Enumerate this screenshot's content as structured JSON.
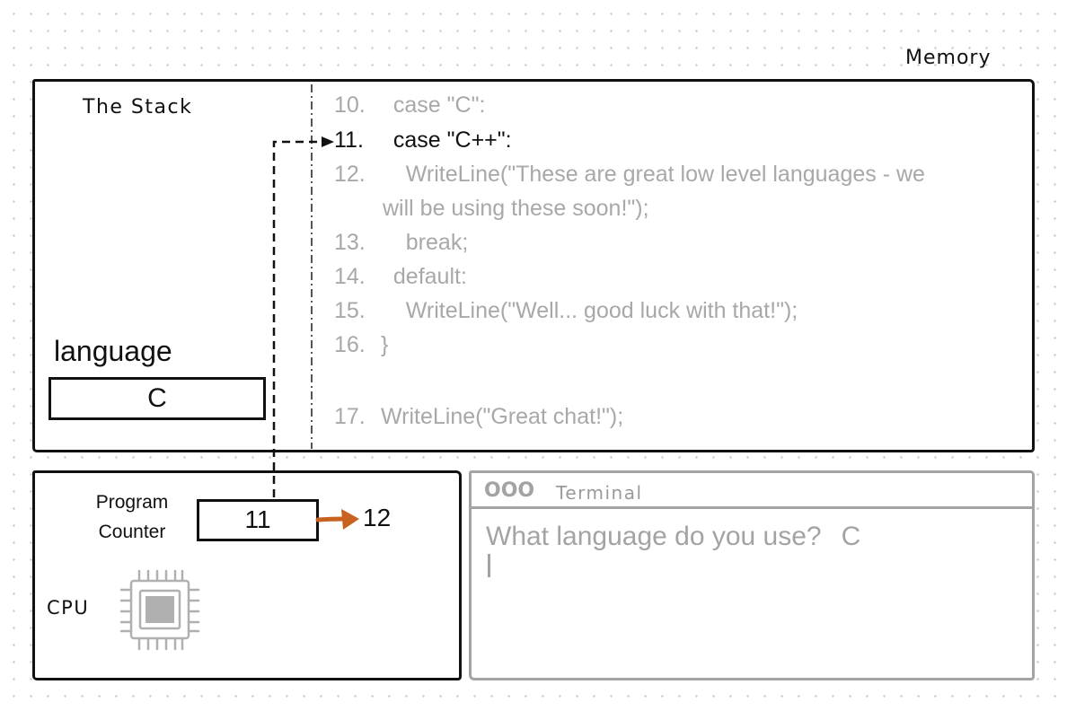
{
  "memory": {
    "label": "Memory",
    "stack": {
      "title": "The Stack",
      "variable": {
        "name": "language",
        "value": "C"
      }
    },
    "code": {
      "current_line": "11.",
      "lines": [
        {
          "num": "10.",
          "text": "  case \"C\":"
        },
        {
          "num": "11.",
          "text": "  case \"C++\":"
        },
        {
          "num": "12.",
          "text": "    WriteLine(\"These are great low level languages - we"
        },
        {
          "num": "",
          "text": "will be using these soon!\");"
        },
        {
          "num": "13.",
          "text": "    break;"
        },
        {
          "num": "14.",
          "text": "  default:"
        },
        {
          "num": "15.",
          "text": "    WriteLine(\"Well... good luck with that!\");"
        },
        {
          "num": "16.",
          "text": "}"
        },
        {
          "num": "17.",
          "text": "WriteLine(\"Great chat!\");"
        }
      ]
    }
  },
  "cpu": {
    "label": "CPU",
    "icon": "cpu-chip-icon",
    "program_counter": {
      "label_line1": "Program",
      "label_line2": "Counter",
      "value": "11",
      "next_value": "12"
    }
  },
  "terminal": {
    "dots": "OOO",
    "title": "Terminal",
    "prompt": "What language do you use?",
    "input": "C"
  },
  "colors": {
    "ink": "#111111",
    "faded_code": "#a8a8a8",
    "terminal_gray": "#a3a3a3",
    "arrow_orange": "#c8621e",
    "chip_gray": "#b0b0b0"
  }
}
